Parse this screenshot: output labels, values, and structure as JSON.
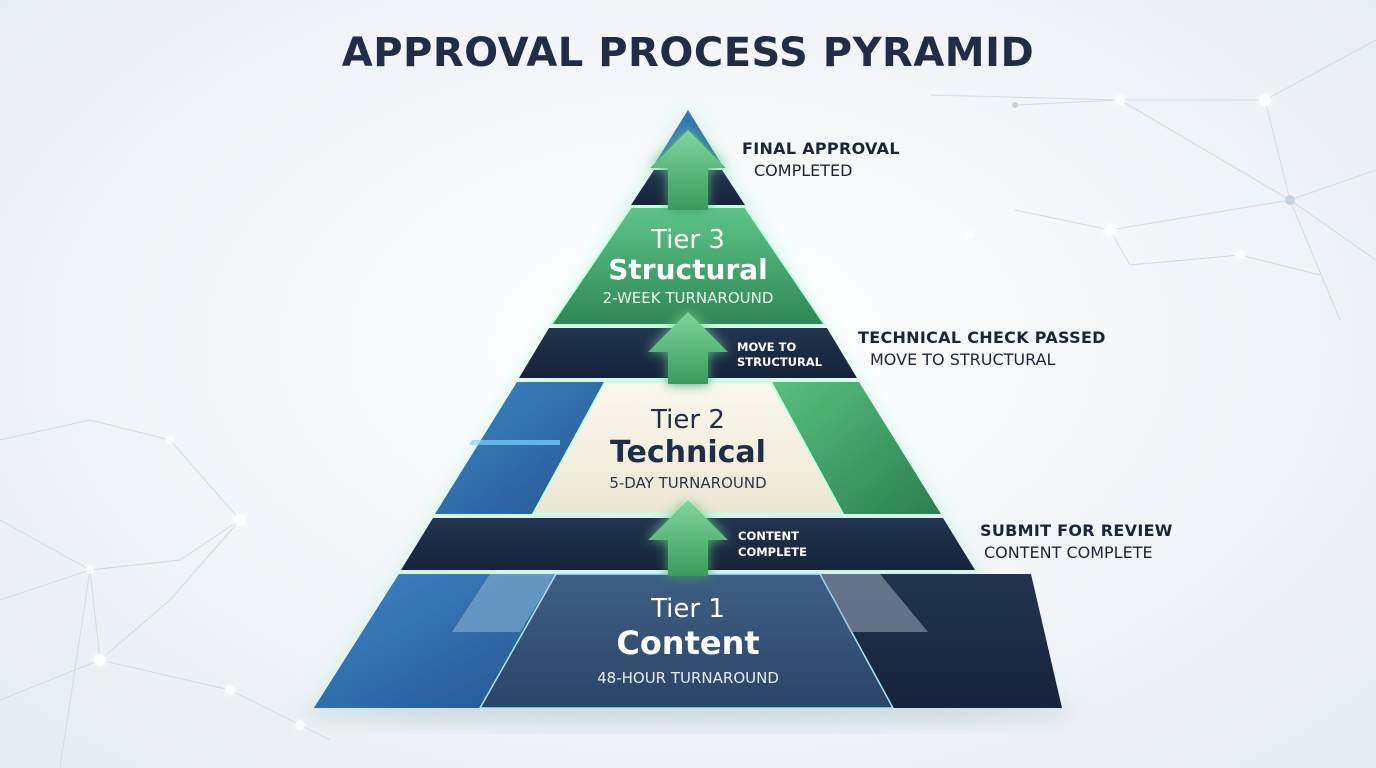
{
  "title": "APPROVAL PROCESS PYRAMID",
  "colors": {
    "navy": "#1d2d45",
    "green": "#3fa368",
    "blue": "#2f6fae",
    "cream": "#f5f1e4",
    "glow": "#7ff0c6"
  },
  "tiers": [
    {
      "number": "Tier 3",
      "name": "Structural",
      "turnaround": "2-WEEK TURNAROUND"
    },
    {
      "number": "Tier 2",
      "name": "Technical",
      "turnaround": "5-DAY TURNAROUND"
    },
    {
      "number": "Tier 1",
      "name": "Content",
      "turnaround": "48-HOUR TURNAROUND"
    }
  ],
  "band_labels": [
    {
      "line1": "MOVE TO",
      "line2": "STRUCTURAL"
    },
    {
      "line1": "CONTENT",
      "line2": "COMPLETE"
    }
  ],
  "side_labels": [
    {
      "heading": "FINAL APPROVAL",
      "sub": "COMPLETED"
    },
    {
      "heading": "TECHNICAL CHECK PASSED",
      "sub": "MOVE TO STRUCTURAL"
    },
    {
      "heading": "SUBMIT FOR REVIEW",
      "sub": "CONTENT COMPLETE"
    }
  ]
}
